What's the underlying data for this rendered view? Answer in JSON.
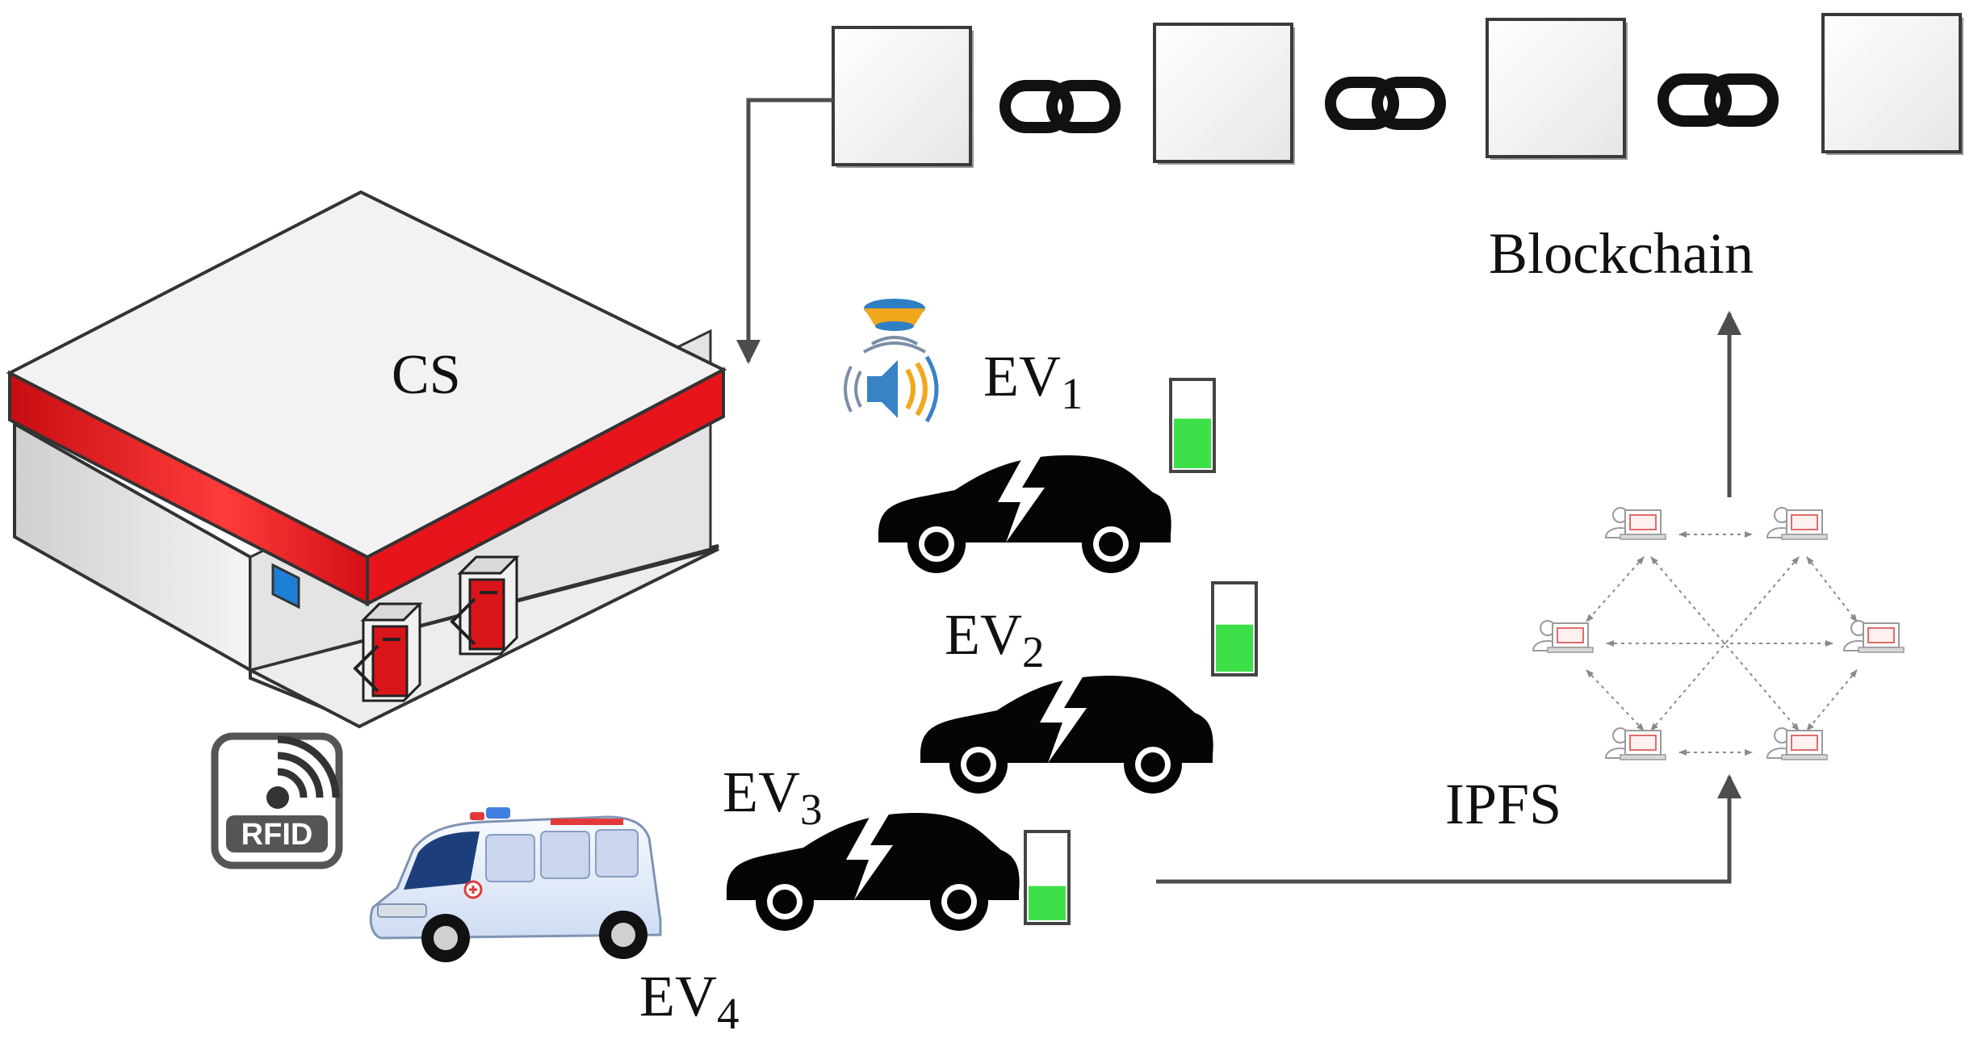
{
  "labels": {
    "cs": "CS",
    "blockchain": "Blockchain",
    "ipfs": "IPFS",
    "rfid": "RFID"
  },
  "evs": [
    {
      "id": "ev1",
      "base": "EV",
      "sub": "1"
    },
    {
      "id": "ev2",
      "base": "EV",
      "sub": "2"
    },
    {
      "id": "ev3",
      "base": "EV",
      "sub": "3"
    },
    {
      "id": "ev4",
      "base": "EV",
      "sub": "4"
    }
  ],
  "battery_levels": {
    "ev1": 0.58,
    "ev2": 0.55,
    "ev3": 0.4
  },
  "blockchain": {
    "block_count": 4,
    "link_count": 3
  },
  "icons": {
    "station": "charging-station-building-icon",
    "rfid": "rfid-tag-icon",
    "speaker": "alarm-speaker-icon",
    "car": "electric-car-icon",
    "ambulance": "ambulance-icon",
    "chain": "chain-link-icon",
    "network": "ipfs-peer-network-icon"
  },
  "colors": {
    "station_red": "#e8141b",
    "battery_green": "#3ee04a",
    "arrow_gray": "#4d4d4d",
    "car_black": "#050505",
    "block_fill": "#f2f2f2",
    "node_red": "#e06b6b"
  }
}
